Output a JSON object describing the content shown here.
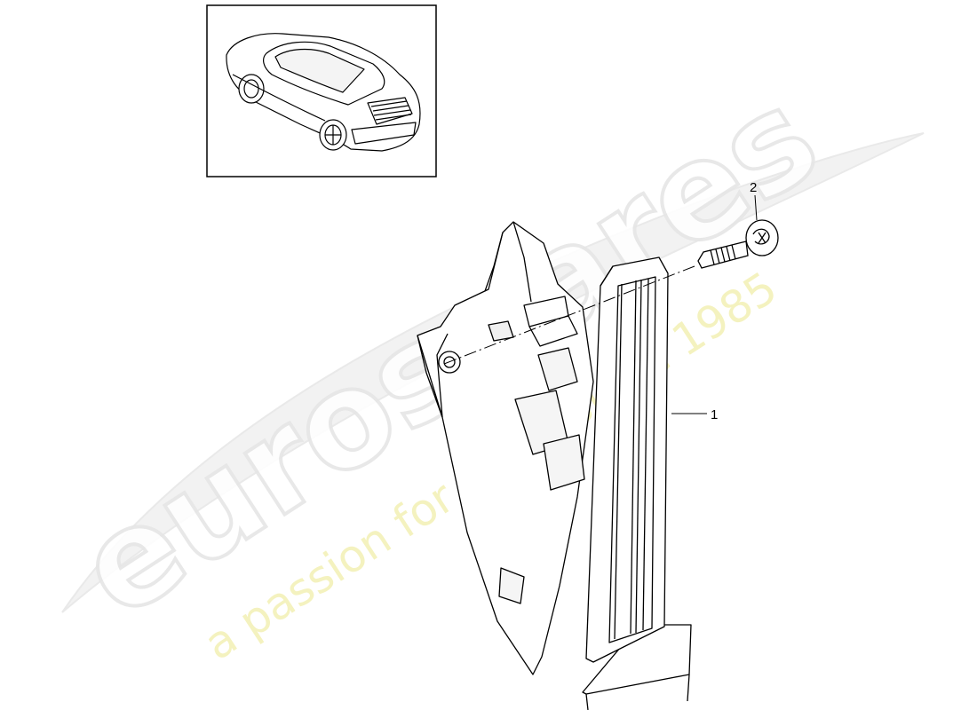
{
  "diagram": {
    "callouts": [
      {
        "label": "1"
      },
      {
        "label": "2"
      }
    ]
  },
  "watermark": {
    "brand": "eurospares",
    "tagline": "a passion for parts since 1985",
    "brand_color": "#e6e6e6",
    "tagline_color": "#f3f0b4"
  },
  "thumbnail": {
    "icon": "car-rear-view-icon"
  }
}
